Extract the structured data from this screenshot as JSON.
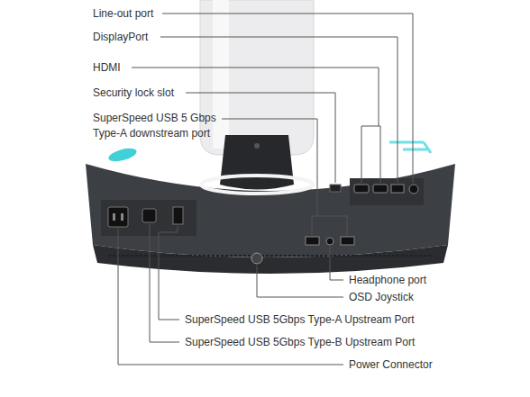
{
  "diagram": {
    "labels": [
      "Line-out port",
      "DisplayPort",
      "HDMI",
      "Security lock slot",
      "SuperSpeed USB 5 Gbps Type-A downstream port",
      "Headphone port",
      "OSD Joystick",
      "SuperSpeed USB 5Gbps Type-A Upstream Port",
      "SuperSpeed USB 5Gbps Type-B Upstream Port",
      "Power Connector"
    ]
  }
}
